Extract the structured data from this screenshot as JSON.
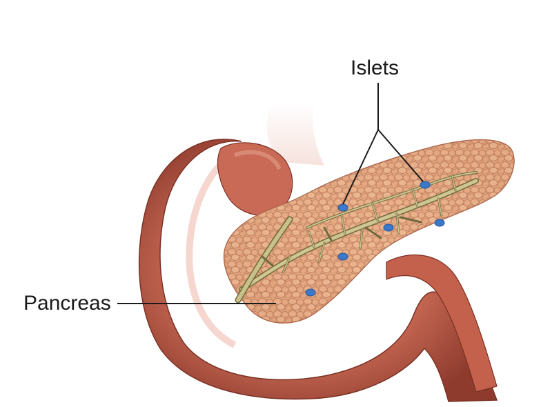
{
  "labels": {
    "islets": "Islets",
    "pancreas": "Pancreas"
  },
  "colors": {
    "background": "#ffffff",
    "duodenum": "#c96a55",
    "duodenum_shadow": "#8e3b2e",
    "pancreas_tissue": "#e2a77e",
    "pancreas_lobule_edge": "#b8735a",
    "duct": "#c9c08a",
    "duct_outline": "#6f6a3d",
    "islet": "#3b78c9",
    "leader_line": "#1a1a1a"
  },
  "icons": {
    "illustration": "pancreas-anatomy-illustration"
  }
}
